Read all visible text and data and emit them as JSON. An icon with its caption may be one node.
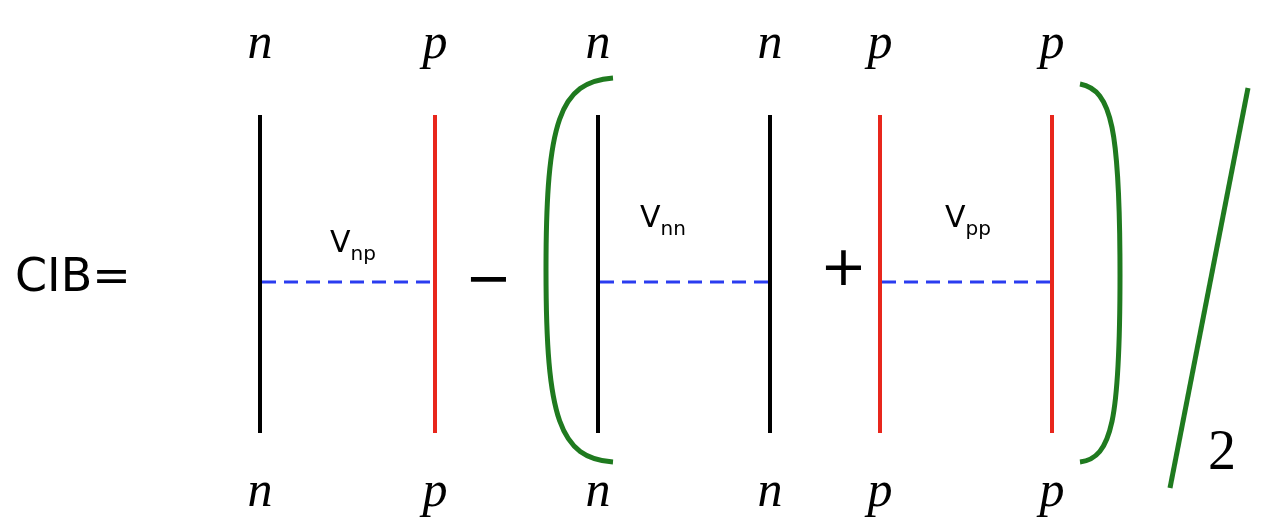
{
  "diagram": {
    "nodes": [
      {
        "text": [],
        "shape": "bar",
        "beside": [
          "n",
          "n"
        ]
      },
      {
        "text": [],
        "shape": "bar",
        "beside": [
          "p",
          "p"
        ]
      },
      {
        "text": [],
        "shape": "bar",
        "beside": [
          "n",
          "n"
        ]
      },
      {
        "text": [],
        "shape": "bar",
        "beside": [
          "n",
          "n"
        ]
      },
      {
        "text": [],
        "shape": "bar",
        "beside": [
          "p",
          "p"
        ]
      },
      {
        "text": [],
        "shape": "bar",
        "beside": [
          "p",
          "p"
        ]
      }
    ],
    "edges": [
      {
        "from": 0,
        "to": 1,
        "arrow": "none",
        "label": "V$_{np}$",
        "style": "dashed"
      },
      {
        "from": 2,
        "to": 3,
        "arrow": "none",
        "label": "V$_{nn}$",
        "style": "dashed"
      },
      {
        "from": 4,
        "to": 5,
        "arrow": "none",
        "label": "V$_{pp}$",
        "style": "dashed"
      }
    ],
    "labels": [
      "CIB=",
      "−",
      "+",
      "2"
    ]
  }
}
